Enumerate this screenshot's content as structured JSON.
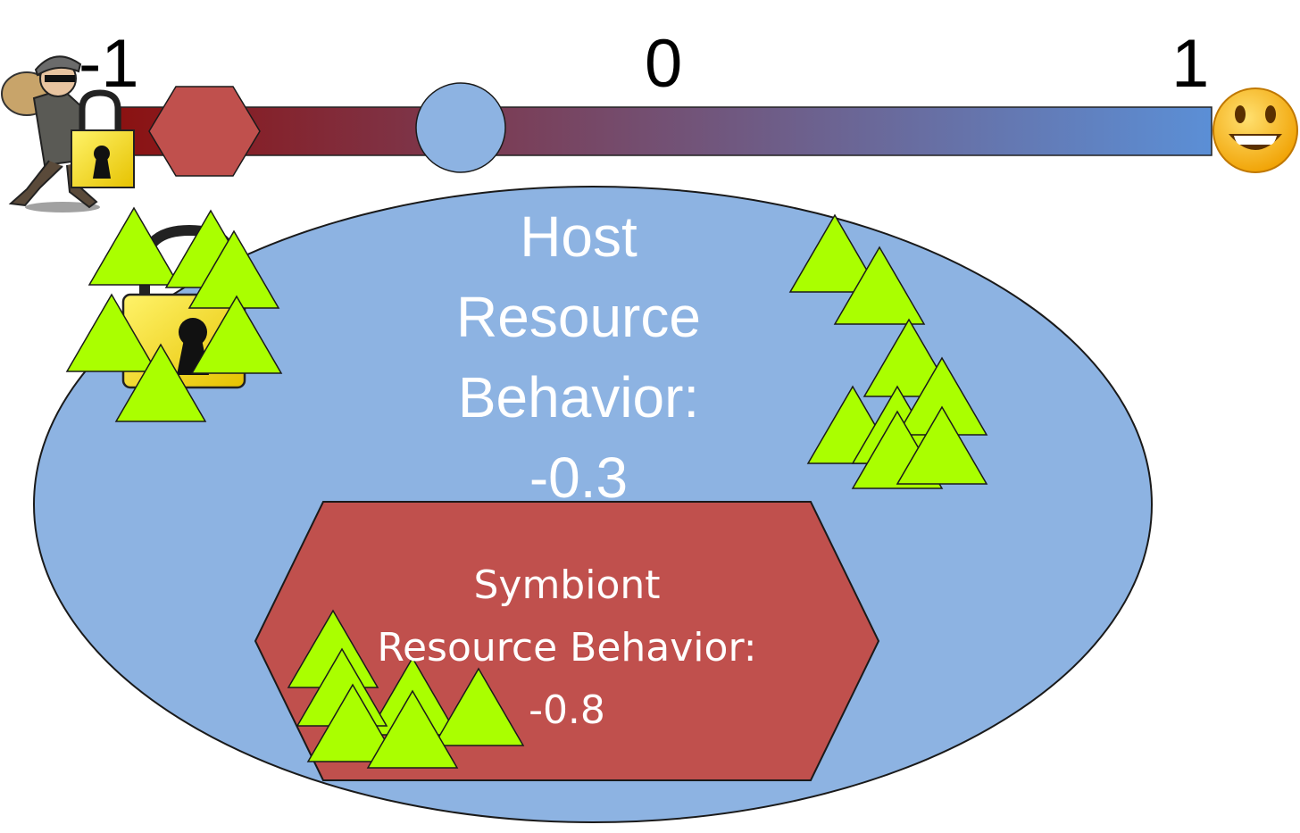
{
  "scale": {
    "min_label": "-1",
    "mid_label": "0",
    "max_label": "1",
    "gradient_start_color": "#8b1212",
    "gradient_end_color": "#5b8fd6",
    "min_icon": "thief-with-lock-icon",
    "max_icon": "smiley-face-icon"
  },
  "markers": {
    "symbiont_marker": {
      "shape": "hexagon",
      "value": -0.8,
      "color": "#c0504d"
    },
    "host_marker": {
      "shape": "circle",
      "value": -0.3,
      "color": "#8db3e2"
    }
  },
  "host": {
    "title_lines": [
      "Host",
      "Resource",
      "Behavior:"
    ],
    "value": "-0.3",
    "color": "#8db3e2"
  },
  "symbiont": {
    "title_lines": [
      "Symbiont",
      "Resource Behavior:"
    ],
    "value": "-0.8",
    "color": "#c0504d"
  },
  "icons": {
    "resource_icon": "green-triangle-icon",
    "resource_color": "#aaff00",
    "lock_icon": "padlock-icon"
  }
}
